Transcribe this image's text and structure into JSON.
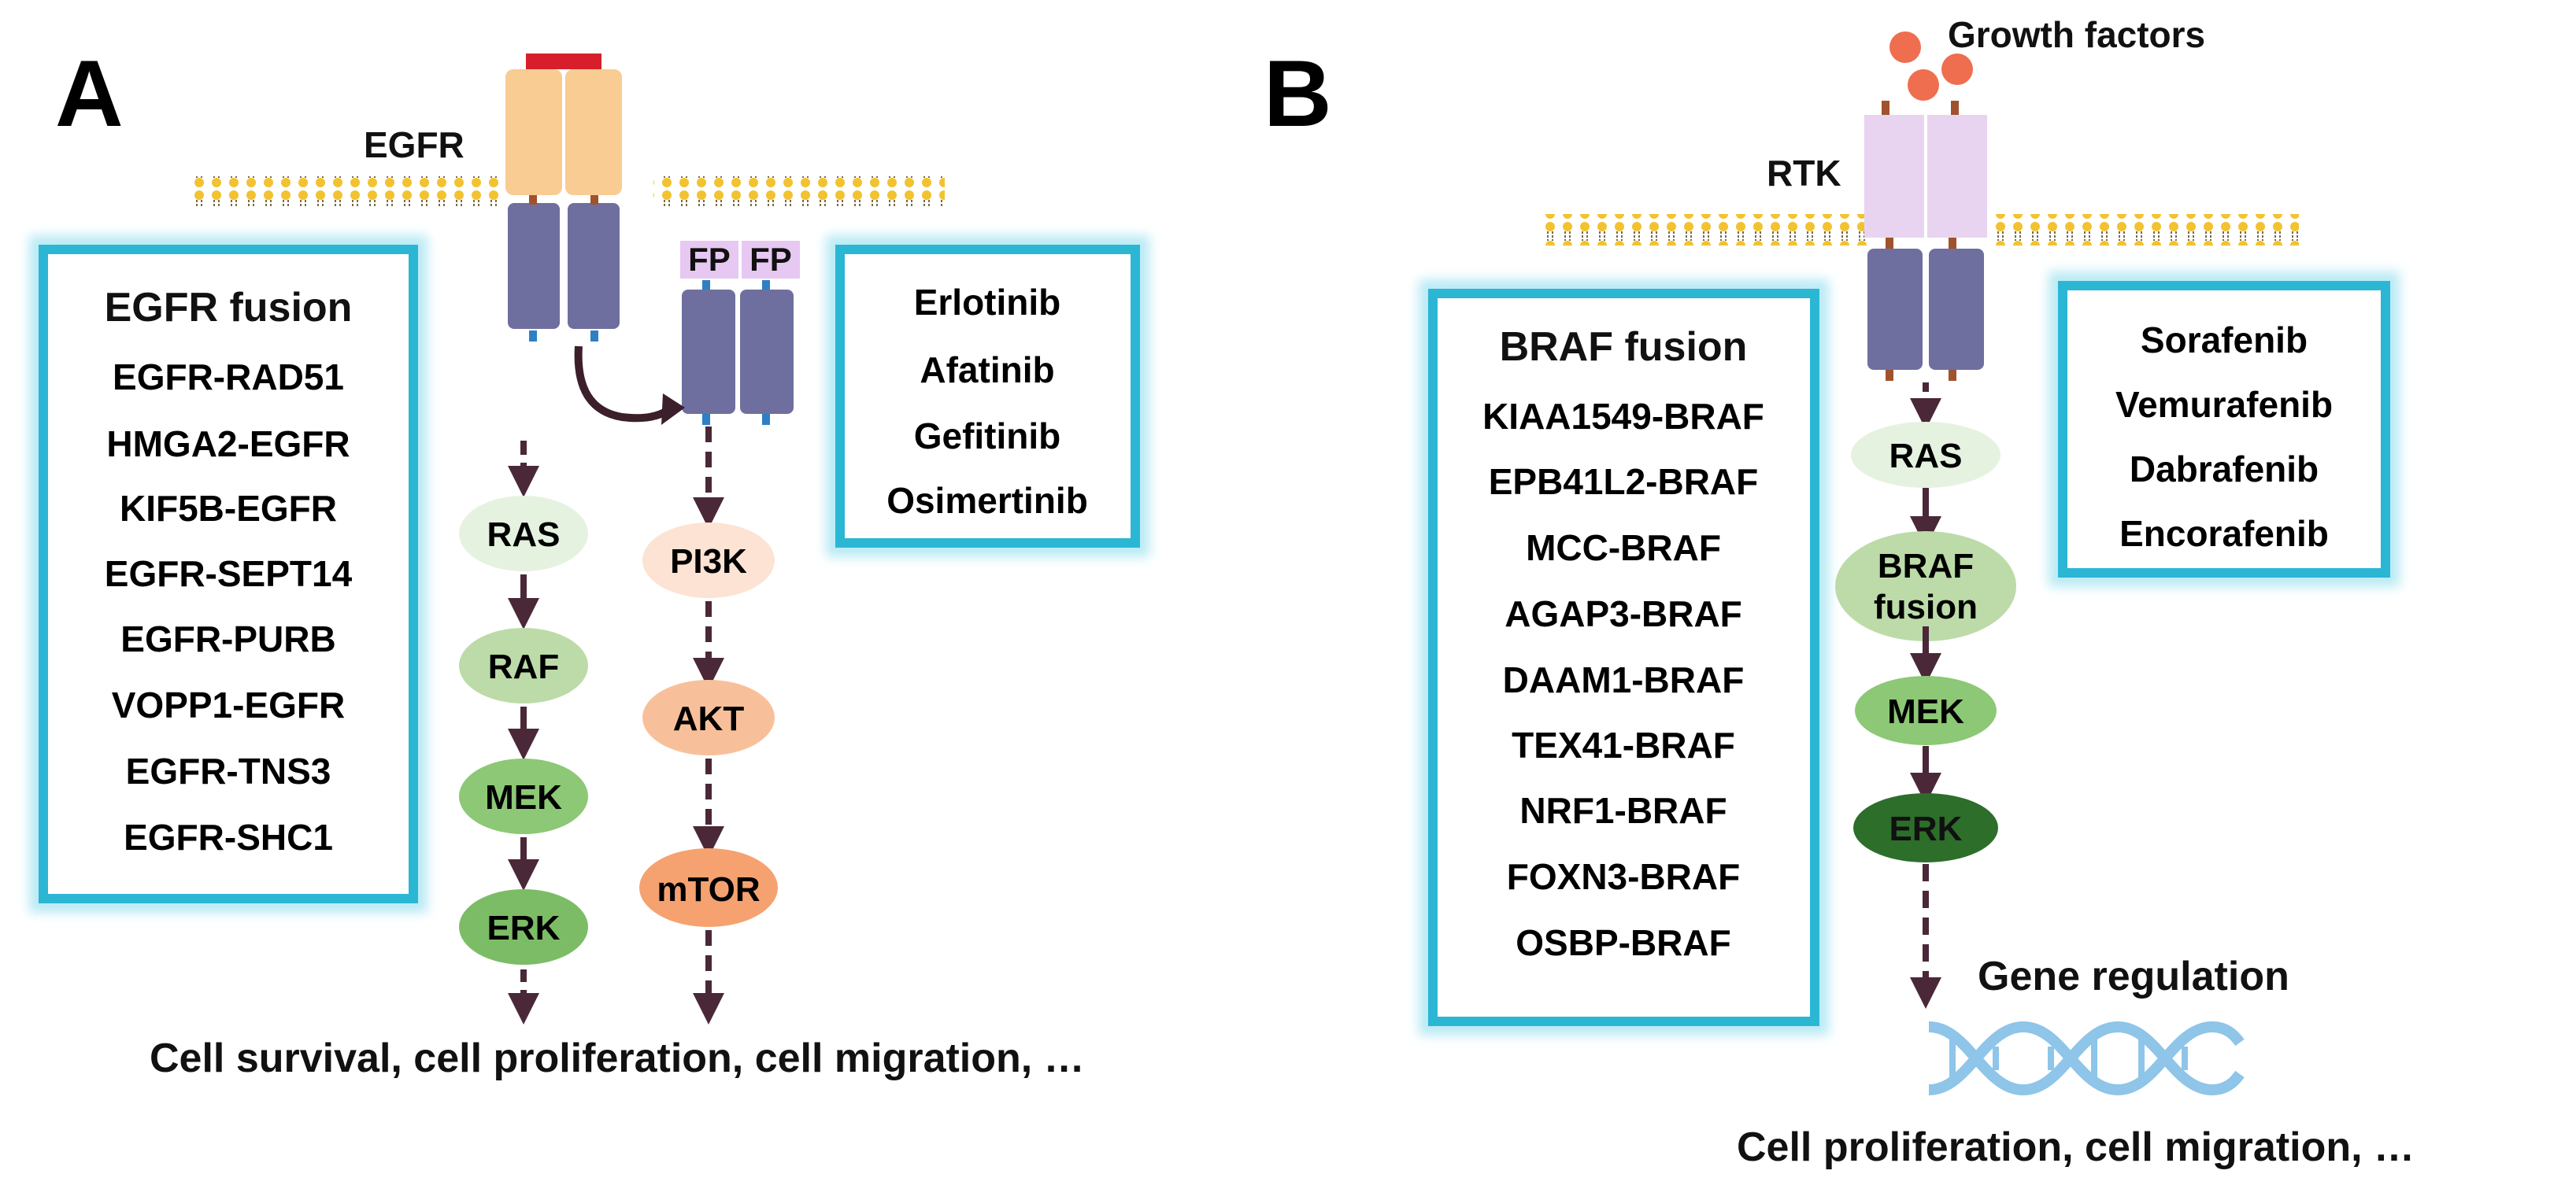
{
  "colors": {
    "box_border": "#2bb6d4",
    "box_glow": "#b9eaf5",
    "receptor_top": "#f8cc93",
    "receptor_bottom": "#6e6f9f",
    "rtk_top": "#e8d4f0",
    "fp_bg": "#e6c8f2",
    "membrane": "#f2c230",
    "cap_red": "#d61f2a",
    "growth_factor": "#ee6e4f",
    "arrow": "#4a2838",
    "dna": "#8ec5e8",
    "ras_light": "#e6f2e0",
    "raf_green": "#bcdba8",
    "mek_green": "#8cc875",
    "erk_green": "#7cbc66",
    "erk_dark": "#2c6e2a",
    "pi3k_peach": "#fde3d3",
    "akt_orange": "#f8c09a",
    "mtor_orange": "#f5a270"
  },
  "panelA": {
    "letter": "A",
    "receptor_label": "EGFR",
    "fp_label": "FP",
    "fusion_box": {
      "title": "EGFR fusion",
      "items": [
        "EGFR-RAD51",
        "HMGA2-EGFR",
        "KIF5B-EGFR",
        "EGFR-SEPT14",
        "EGFR-PURB",
        "VOPP1-EGFR",
        "EGFR-TNS3",
        "EGFR-SHC1"
      ]
    },
    "drug_box": {
      "items": [
        "Erlotinib",
        "Afatinib",
        "Gefitinib",
        "Osimertinib"
      ]
    },
    "pathway_left": [
      "RAS",
      "RAF",
      "MEK",
      "ERK"
    ],
    "pathway_right": [
      "PI3K",
      "AKT",
      "mTOR"
    ],
    "outcome": "Cell survival, cell proliferation, cell migration, …"
  },
  "panelB": {
    "letter": "B",
    "growth_factors_label": "Growth factors",
    "receptor_label": "RTK",
    "fusion_box": {
      "title": "BRAF fusion",
      "items": [
        "KIAA1549-BRAF",
        "EPB41L2-BRAF",
        "MCC-BRAF",
        "AGAP3-BRAF",
        "DAAM1-BRAF",
        "TEX41-BRAF",
        "NRF1-BRAF",
        "FOXN3-BRAF",
        "OSBP-BRAF"
      ]
    },
    "drug_box": {
      "items": [
        "Sorafenib",
        "Vemurafenib",
        "Dabrafenib",
        "Encorafenib"
      ]
    },
    "pathway": [
      "RAS",
      "BRAF",
      "fusion",
      "MEK",
      "ERK"
    ],
    "gene_regulation": "Gene regulation",
    "outcome": "Cell proliferation, cell migration, …"
  }
}
